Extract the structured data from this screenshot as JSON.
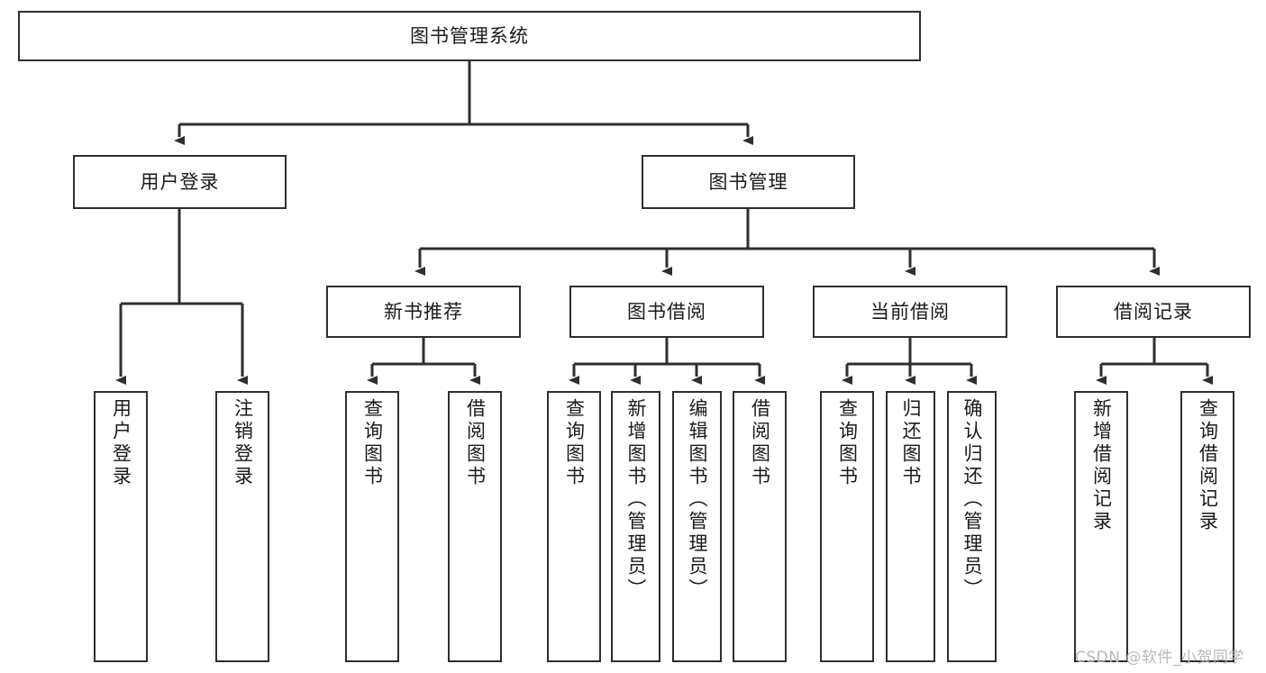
{
  "diagram": {
    "type": "tree-hierarchy",
    "title": "图书管理系统",
    "colors": {
      "stroke": "#2f2f2f",
      "fill": "#ffffff",
      "text": "#1a1a1a",
      "watermark": "#b9b9b9"
    },
    "nodes": {
      "root": {
        "label": "图书管理系统"
      },
      "level1": [
        {
          "id": "user-login",
          "label": "用户登录"
        },
        {
          "id": "book-management",
          "label": "图书管理"
        }
      ],
      "level2": [
        {
          "id": "new-book-recommend",
          "label": "新书推荐"
        },
        {
          "id": "book-borrow",
          "label": "图书借阅"
        },
        {
          "id": "current-borrow",
          "label": "当前借阅"
        },
        {
          "id": "borrow-record",
          "label": "借阅记录"
        }
      ],
      "leaves": [
        {
          "id": "leaf-user-login",
          "label": "用户登录",
          "parent": "user-login"
        },
        {
          "id": "leaf-logout",
          "label": "注销登录",
          "parent": "user-login"
        },
        {
          "id": "leaf-query-book-1",
          "label": "查询图书",
          "parent": "new-book-recommend"
        },
        {
          "id": "leaf-borrow-book-1",
          "label": "借阅图书",
          "parent": "new-book-recommend"
        },
        {
          "id": "leaf-query-book-2",
          "label": "查询图书",
          "parent": "book-borrow"
        },
        {
          "id": "leaf-add-book",
          "label": "新增图书（管理员）",
          "parent": "book-borrow"
        },
        {
          "id": "leaf-edit-book",
          "label": "编辑图书（管理员）",
          "parent": "book-borrow"
        },
        {
          "id": "leaf-borrow-book-2",
          "label": "借阅图书",
          "parent": "book-borrow"
        },
        {
          "id": "leaf-query-book-3",
          "label": "查询图书",
          "parent": "current-borrow"
        },
        {
          "id": "leaf-return-book",
          "label": "归还图书",
          "parent": "current-borrow"
        },
        {
          "id": "leaf-confirm-return",
          "label": "确认归还（管理员）",
          "parent": "current-borrow"
        },
        {
          "id": "leaf-add-record",
          "label": "新增借阅记录",
          "parent": "borrow-record"
        },
        {
          "id": "leaf-query-record",
          "label": "查询借阅记录",
          "parent": "borrow-record"
        }
      ]
    },
    "watermark": "CSDN @软件_小贺同学"
  }
}
